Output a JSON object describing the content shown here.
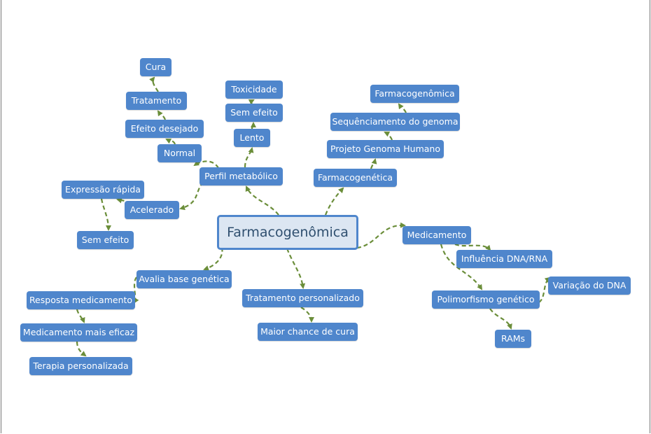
{
  "central": "Farmacogenômica",
  "nodes": {
    "cura": "Cura",
    "tratamento": "Tratamento",
    "efeito_desejado": "Efeito desejado",
    "normal": "Normal",
    "toxicidade": "Toxicidade",
    "sem_efeito_top": "Sem efeito",
    "lento": "Lento",
    "perfil": "Perfil metabólico",
    "farmacogenomica": "Farmacogenômica",
    "sequenciamento": "Sequênciamento do genoma",
    "projeto": "Projeto Genoma Humano",
    "farmacogenetica": "Farmacogenética",
    "expressao": "Expressão rápida",
    "acelerado": "Acelerado",
    "sem_efeito_left": "Sem efeito",
    "medicamento": "Medicamento",
    "influencia": "Influência DNA/RNA",
    "variacao": "Variação do DNA",
    "polimorfismo": "Polimorfismo genético",
    "rams": "RAMs",
    "avalia": "Avalia base genética",
    "resposta": "Resposta medicamento",
    "mais_eficaz": "Medicamento mais eficaz",
    "terapia": "Terapia personalizada",
    "trat_pers": "Tratamento personalizado",
    "maior_chance": "Maior chance de cura"
  },
  "colors": {
    "node": "#4f86cc",
    "central_fill": "#dce6f2",
    "connector": "#6b8e3a"
  }
}
